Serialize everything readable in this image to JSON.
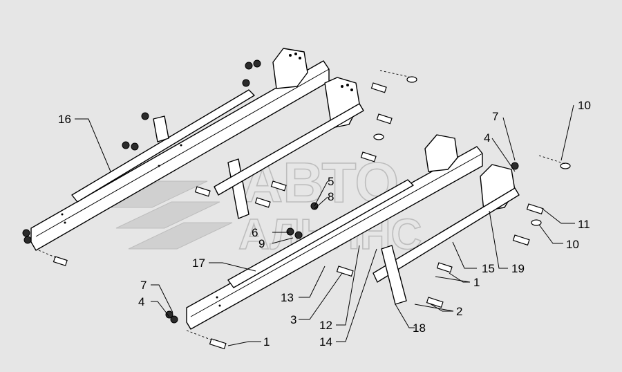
{
  "watermark": {
    "line1": "АВТО",
    "line2": "АЛЬЯНС"
  },
  "callouts": [
    {
      "id": "c16",
      "text": "16"
    },
    {
      "id": "c17",
      "text": "17"
    },
    {
      "id": "c10a",
      "text": "10"
    },
    {
      "id": "c7a",
      "text": "7"
    },
    {
      "id": "c4a",
      "text": "4"
    },
    {
      "id": "c5",
      "text": "5"
    },
    {
      "id": "c8",
      "text": "8"
    },
    {
      "id": "c6",
      "text": "6"
    },
    {
      "id": "c9",
      "text": "9"
    },
    {
      "id": "c11",
      "text": "11"
    },
    {
      "id": "c10b",
      "text": "10"
    },
    {
      "id": "c15",
      "text": "15"
    },
    {
      "id": "c19",
      "text": "19"
    },
    {
      "id": "c1a",
      "text": "1"
    },
    {
      "id": "c2",
      "text": "2"
    },
    {
      "id": "c13",
      "text": "13"
    },
    {
      "id": "c3",
      "text": "3"
    },
    {
      "id": "c12",
      "text": "12"
    },
    {
      "id": "c14",
      "text": "14"
    },
    {
      "id": "c18",
      "text": "18"
    },
    {
      "id": "c7b",
      "text": "7"
    },
    {
      "id": "c4b",
      "text": "4"
    },
    {
      "id": "c1b",
      "text": "1"
    }
  ]
}
